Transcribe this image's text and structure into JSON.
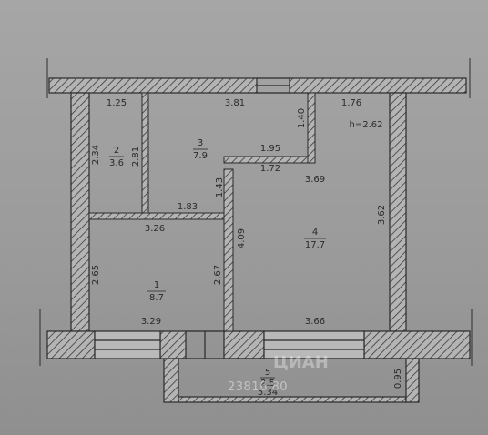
{
  "ceiling_height": "h=2.62",
  "rooms": [
    {
      "number": "1",
      "area": "8.7"
    },
    {
      "number": "2",
      "area": "3.6"
    },
    {
      "number": "3",
      "area": "7.9"
    },
    {
      "number": "4",
      "area": "17.7"
    },
    {
      "number": "5",
      "area": "2.5"
    }
  ],
  "dimensions": {
    "top_left": "1.25",
    "top_mid": "3.81",
    "top_right": "1.76",
    "r2_left": "2.34",
    "r2_right": "2.81",
    "corridor_right": "1.43",
    "r3_bottom": "1.83",
    "r2_bottom": "3.26",
    "notch_top": "1.95",
    "notch_bottom": "1.72",
    "notch_side": "1.40",
    "r4_top": "3.69",
    "r4_right": "3.62",
    "r4_left": "4.09",
    "r1_left": "2.65",
    "r1_right": "2.67",
    "r1_bottom": "3.29",
    "r4_bottom": "3.66",
    "balcony_width": "5.34",
    "balcony_depth": "0.95"
  },
  "watermark": {
    "text": "ЦИАН",
    "id_text": "23816 80"
  }
}
